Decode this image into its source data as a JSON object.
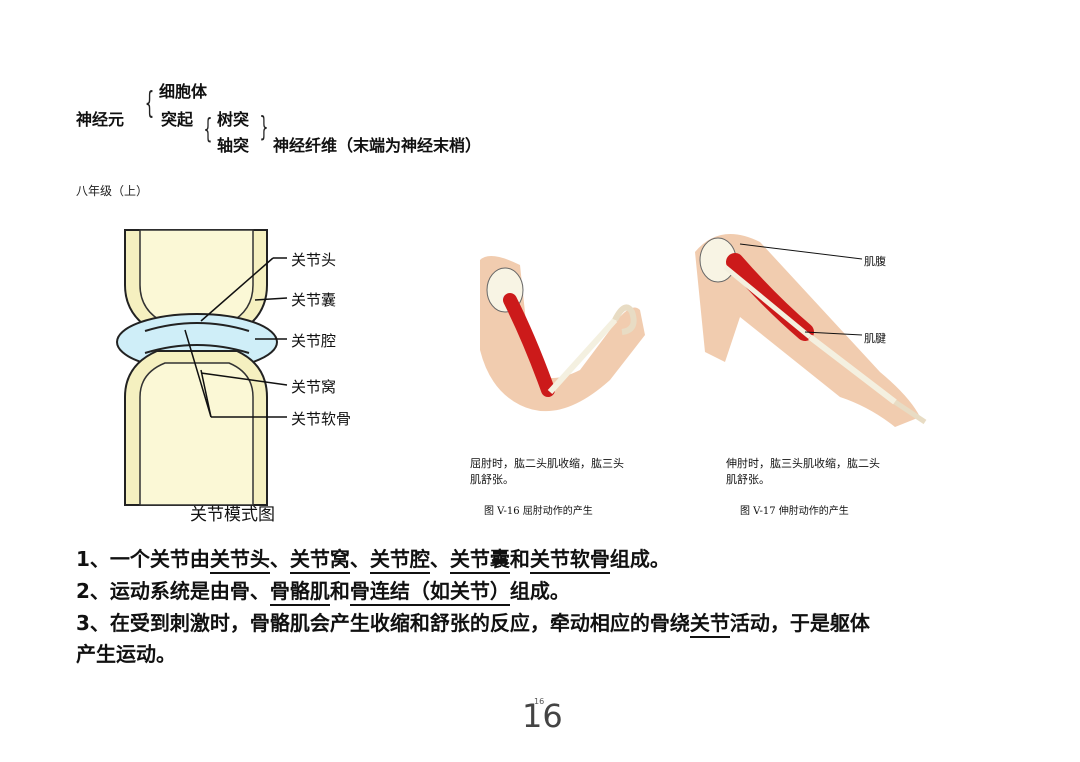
{
  "tree": {
    "root": "神经元",
    "cell_body": "细胞体",
    "process": "突起",
    "dendrite": "树突",
    "axon": "轴突",
    "fiber": "神经纤维（末端为神经末梢）"
  },
  "grade_label": "八年级（上）",
  "joint_figure": {
    "labels": [
      "关节头",
      "关节囊",
      "关节腔",
      "关节窝",
      "关节软骨"
    ],
    "caption": "关节模式图"
  },
  "arm_figures": [
    {
      "desc_line1": "屈肘时，肱二头肌收缩，肱三头",
      "desc_line2": "肌舒张。",
      "caption": "图 V-16   屈肘动作的产生"
    },
    {
      "labels": [
        "肌腹",
        "肌腱"
      ],
      "desc_line1": "伸肘时，肱三头肌收缩，肱二头",
      "desc_line2": "肌舒张。",
      "caption": "图 V-17   伸肘动作的产生"
    }
  ],
  "points": {
    "p1": [
      "1、一个关节由",
      "关节头",
      "、",
      "关节窝",
      "、",
      "关节腔",
      "、",
      "关节囊",
      "和",
      "关节软骨",
      "组成。"
    ],
    "p2": [
      "2、运动系统是由骨、",
      "骨骼肌",
      "和",
      "骨连结（如关节）",
      "组成。"
    ],
    "p3": [
      "3、在受到刺激时，骨骼肌会产生收缩和舒张的反应，牵动相应的骨绕",
      "关节",
      "活动，于是躯体"
    ],
    "p3_line2": "产生运动。"
  },
  "page_number": "16",
  "page_number_small": "16",
  "colors": {
    "muscle": "#cc1a1a",
    "skin": "#f0c7a6",
    "cartilage": "#cfeef8",
    "bone": "#f6f0b8"
  }
}
